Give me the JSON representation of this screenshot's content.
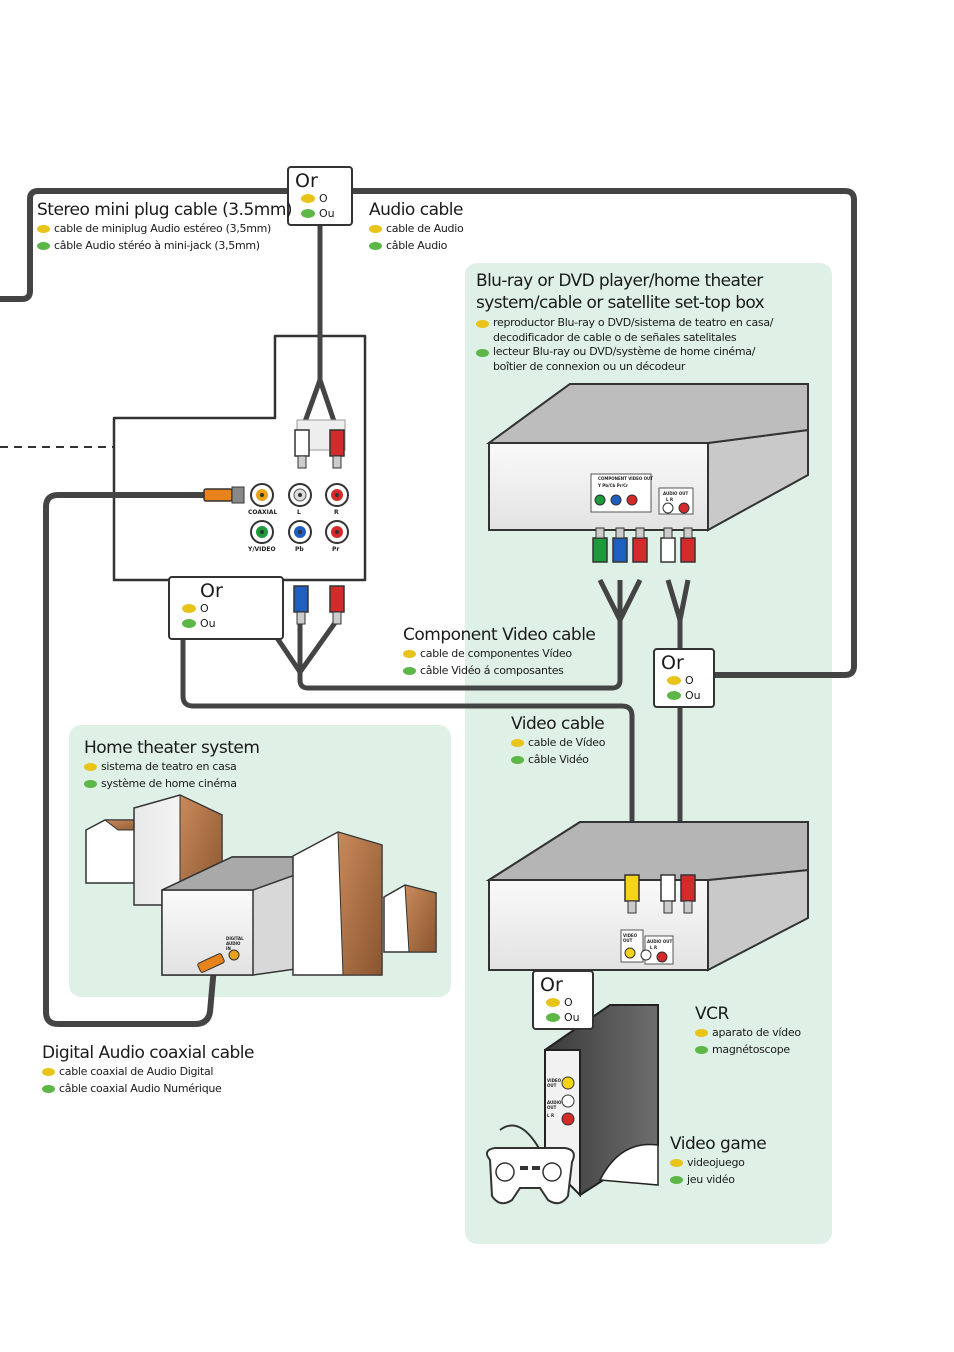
{
  "stereo_cable": {
    "title": "Stereo mini plug cable (3.5mm)",
    "es": "cable de miniplug Audio estéreo (3,5mm)",
    "fr": "câble Audio stéréo à mini-jack (3,5mm)"
  },
  "audio_cable": {
    "title": "Audio cable",
    "es": "cable de Audio",
    "fr": "câble Audio"
  },
  "player": {
    "title_line1": "Blu-ray or DVD player/home theater",
    "title_line2": "system/cable or satellite set-top box",
    "es_line1": "reproductor Blu-ray o DVD/sistema de teatro en casa/",
    "es_line2": "decodificador de cable o de señales satelitales",
    "fr_line1": "lecteur Blu-ray ou DVD/système de home cinéma/",
    "fr_line2": "boîtier de connexion ou un décodeur",
    "port_component": "COMPONENT VIDEO OUT",
    "port_component_sub": "Y  Pb/Cb  Pr/Cr",
    "port_audio": "AUDIO OUT",
    "port_audio_sub": "L  R"
  },
  "tv_ports": {
    "coaxial": "COAXIAL",
    "l": "L",
    "r": "R",
    "y_video": "Y/VIDEO",
    "pb": "Pb",
    "pr": "Pr"
  },
  "component_cable": {
    "title": "Component Video cable",
    "es": "cable de componentes Vídeo",
    "fr": "câble Vidéo á composantes"
  },
  "video_cable": {
    "title": "Video cable",
    "es": "cable de Vídeo",
    "fr": "câble Vidéo"
  },
  "home_theater": {
    "title": "Home theater system",
    "es": "sistema de teatro en casa",
    "fr": "système de home cinéma",
    "port": "DIGITAL AUDIO IN"
  },
  "vcr": {
    "title": "VCR",
    "es": "aparato de vídeo",
    "fr": "magnétoscope",
    "port_video": "VIDEO OUT",
    "port_audio": "AUDIO OUT",
    "port_audio_sub": "L  R"
  },
  "video_game": {
    "title": "Video game",
    "es": "videojuego",
    "fr": "jeu vidéo",
    "port_video": "VIDEO OUT",
    "port_audio": "AUDIO OUT",
    "port_audio_sub": "L  R"
  },
  "coax_cable": {
    "title": "Digital Audio coaxial cable",
    "es": "cable coaxial de Audio Digital",
    "fr": "câble coaxial Audio Numérique"
  },
  "or_box": {
    "or": "Or",
    "o": "O",
    "ou": "Ou"
  },
  "colors": {
    "panel": "#dff1e6",
    "yellow_dot": "#e8c31a",
    "green_dot": "#5cb746",
    "cable": "#444444"
  }
}
